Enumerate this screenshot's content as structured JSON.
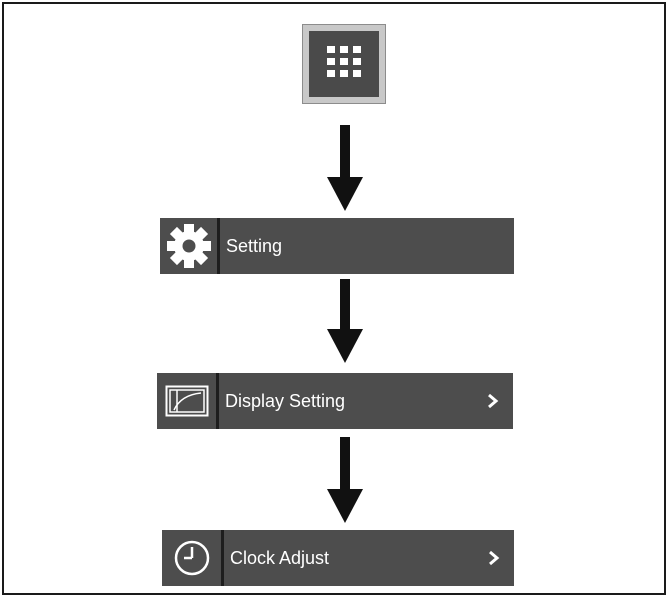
{
  "icons": {
    "menu": "grid-icon",
    "arrow": "arrow-down-icon",
    "setting": "gear-icon",
    "display": "display-picture-icon",
    "clock": "clock-icon",
    "chevron": "chevron-right-icon"
  },
  "colors": {
    "row_background": "#4d4d4d",
    "menu_button_background": "#4a4a4a",
    "text": "#ffffff"
  },
  "rows": {
    "setting": {
      "label": "Setting"
    },
    "display_setting": {
      "label": "Display Setting"
    },
    "clock_adjust": {
      "label": "Clock Adjust"
    }
  }
}
